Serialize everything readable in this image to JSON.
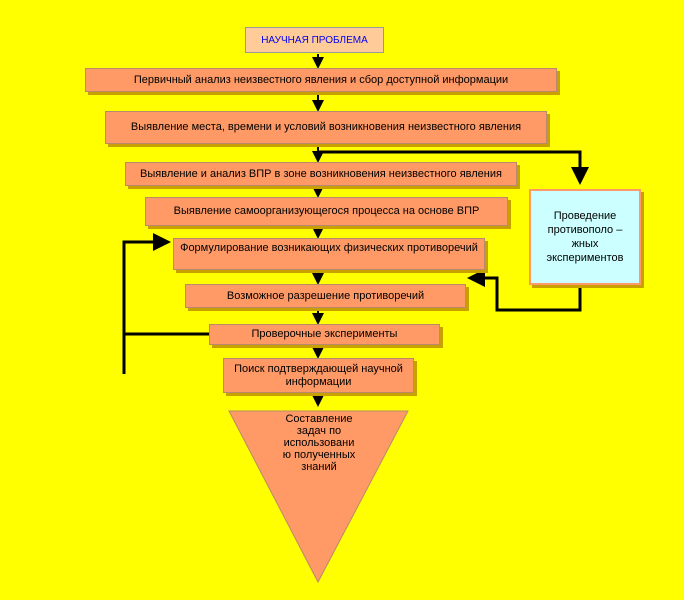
{
  "diagram": {
    "title": "НАУЧНАЯ  ПРОБЛЕМА",
    "steps": [
      "Первичный анализ неизвестного явления  и  сбор доступной  информации",
      "Выявление места, времени и условий возникновения неизвестного явления",
      "Выявление и анализ ВПР в зоне возникновения неизвестного явления",
      "Выявление самоорганизующегося процесса  на основе  ВПР",
      "Формулирование возникающих физических противоречий",
      "Возможное разрешение противоречий",
      "Проверочные эксперименты",
      "Поиск подтверждающей научной информации"
    ],
    "side_box": "Проведение противополо – жных экспериментов",
    "final": "Составление задач  по использовани ю полученных знаний"
  },
  "colors": {
    "background": "#ffff00",
    "box_fill": "#ff9966",
    "title_fill": "#ffcc99",
    "title_text": "#0000ee",
    "side_fill": "#ccffff",
    "arrow": "#000000"
  }
}
